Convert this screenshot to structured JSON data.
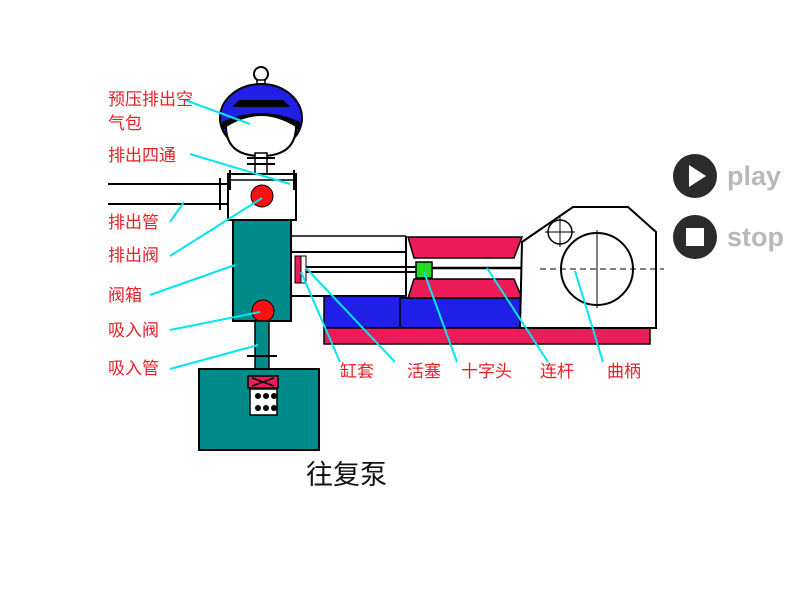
{
  "title": "往复泵",
  "labels": {
    "air_chamber_1": "预压排出空",
    "air_chamber_2": "气包",
    "discharge_tee": "排出四通",
    "discharge_pipe": "排出管",
    "discharge_valve": "排出阀",
    "valve_box": "阀箱",
    "suction_valve": "吸入阀",
    "suction_pipe": "吸入管",
    "cylinder_liner": "缸套",
    "piston": "活塞",
    "crosshead": "十字头",
    "connecting_rod": "连杆",
    "crank": "曲柄"
  },
  "controls": {
    "play": "play",
    "stop": "stop"
  },
  "colors": {
    "label": "#e8202a",
    "leader": "#00e5ee",
    "teal": "#008a8a",
    "blue": "#1f1fe6",
    "crimson": "#ee1b5a",
    "valve": "#ff1010",
    "crosshead": "#22dd22"
  },
  "icons": [
    "play-icon",
    "stop-icon"
  ]
}
